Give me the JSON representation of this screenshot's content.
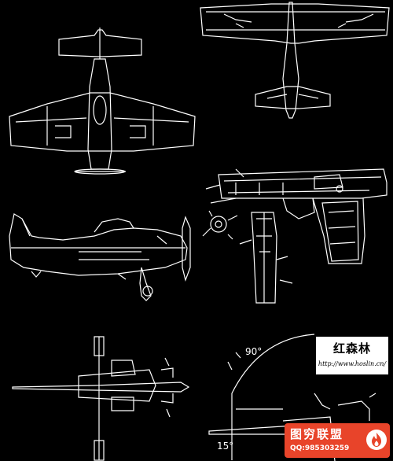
{
  "labels": {
    "angle_top": "90°",
    "angle_bottom": "15°"
  },
  "watermark": {
    "title": "红森林",
    "url": "http://www.hoslin.cn/"
  },
  "badge": {
    "title": "图穷联盟",
    "qq": "QQ:985303259"
  },
  "colors": {
    "background": "#000000",
    "line": "#ffffff",
    "badge": "#e8442a"
  },
  "icons": [
    "fighter-plane-top-icon",
    "fighter-plane-plan-icon",
    "pistol-patent-icon",
    "pistol-grip-section-icon",
    "fighter-plane-side-icon",
    "gun-turret-icon",
    "gun-mount-icon",
    "flame-logo-icon"
  ]
}
